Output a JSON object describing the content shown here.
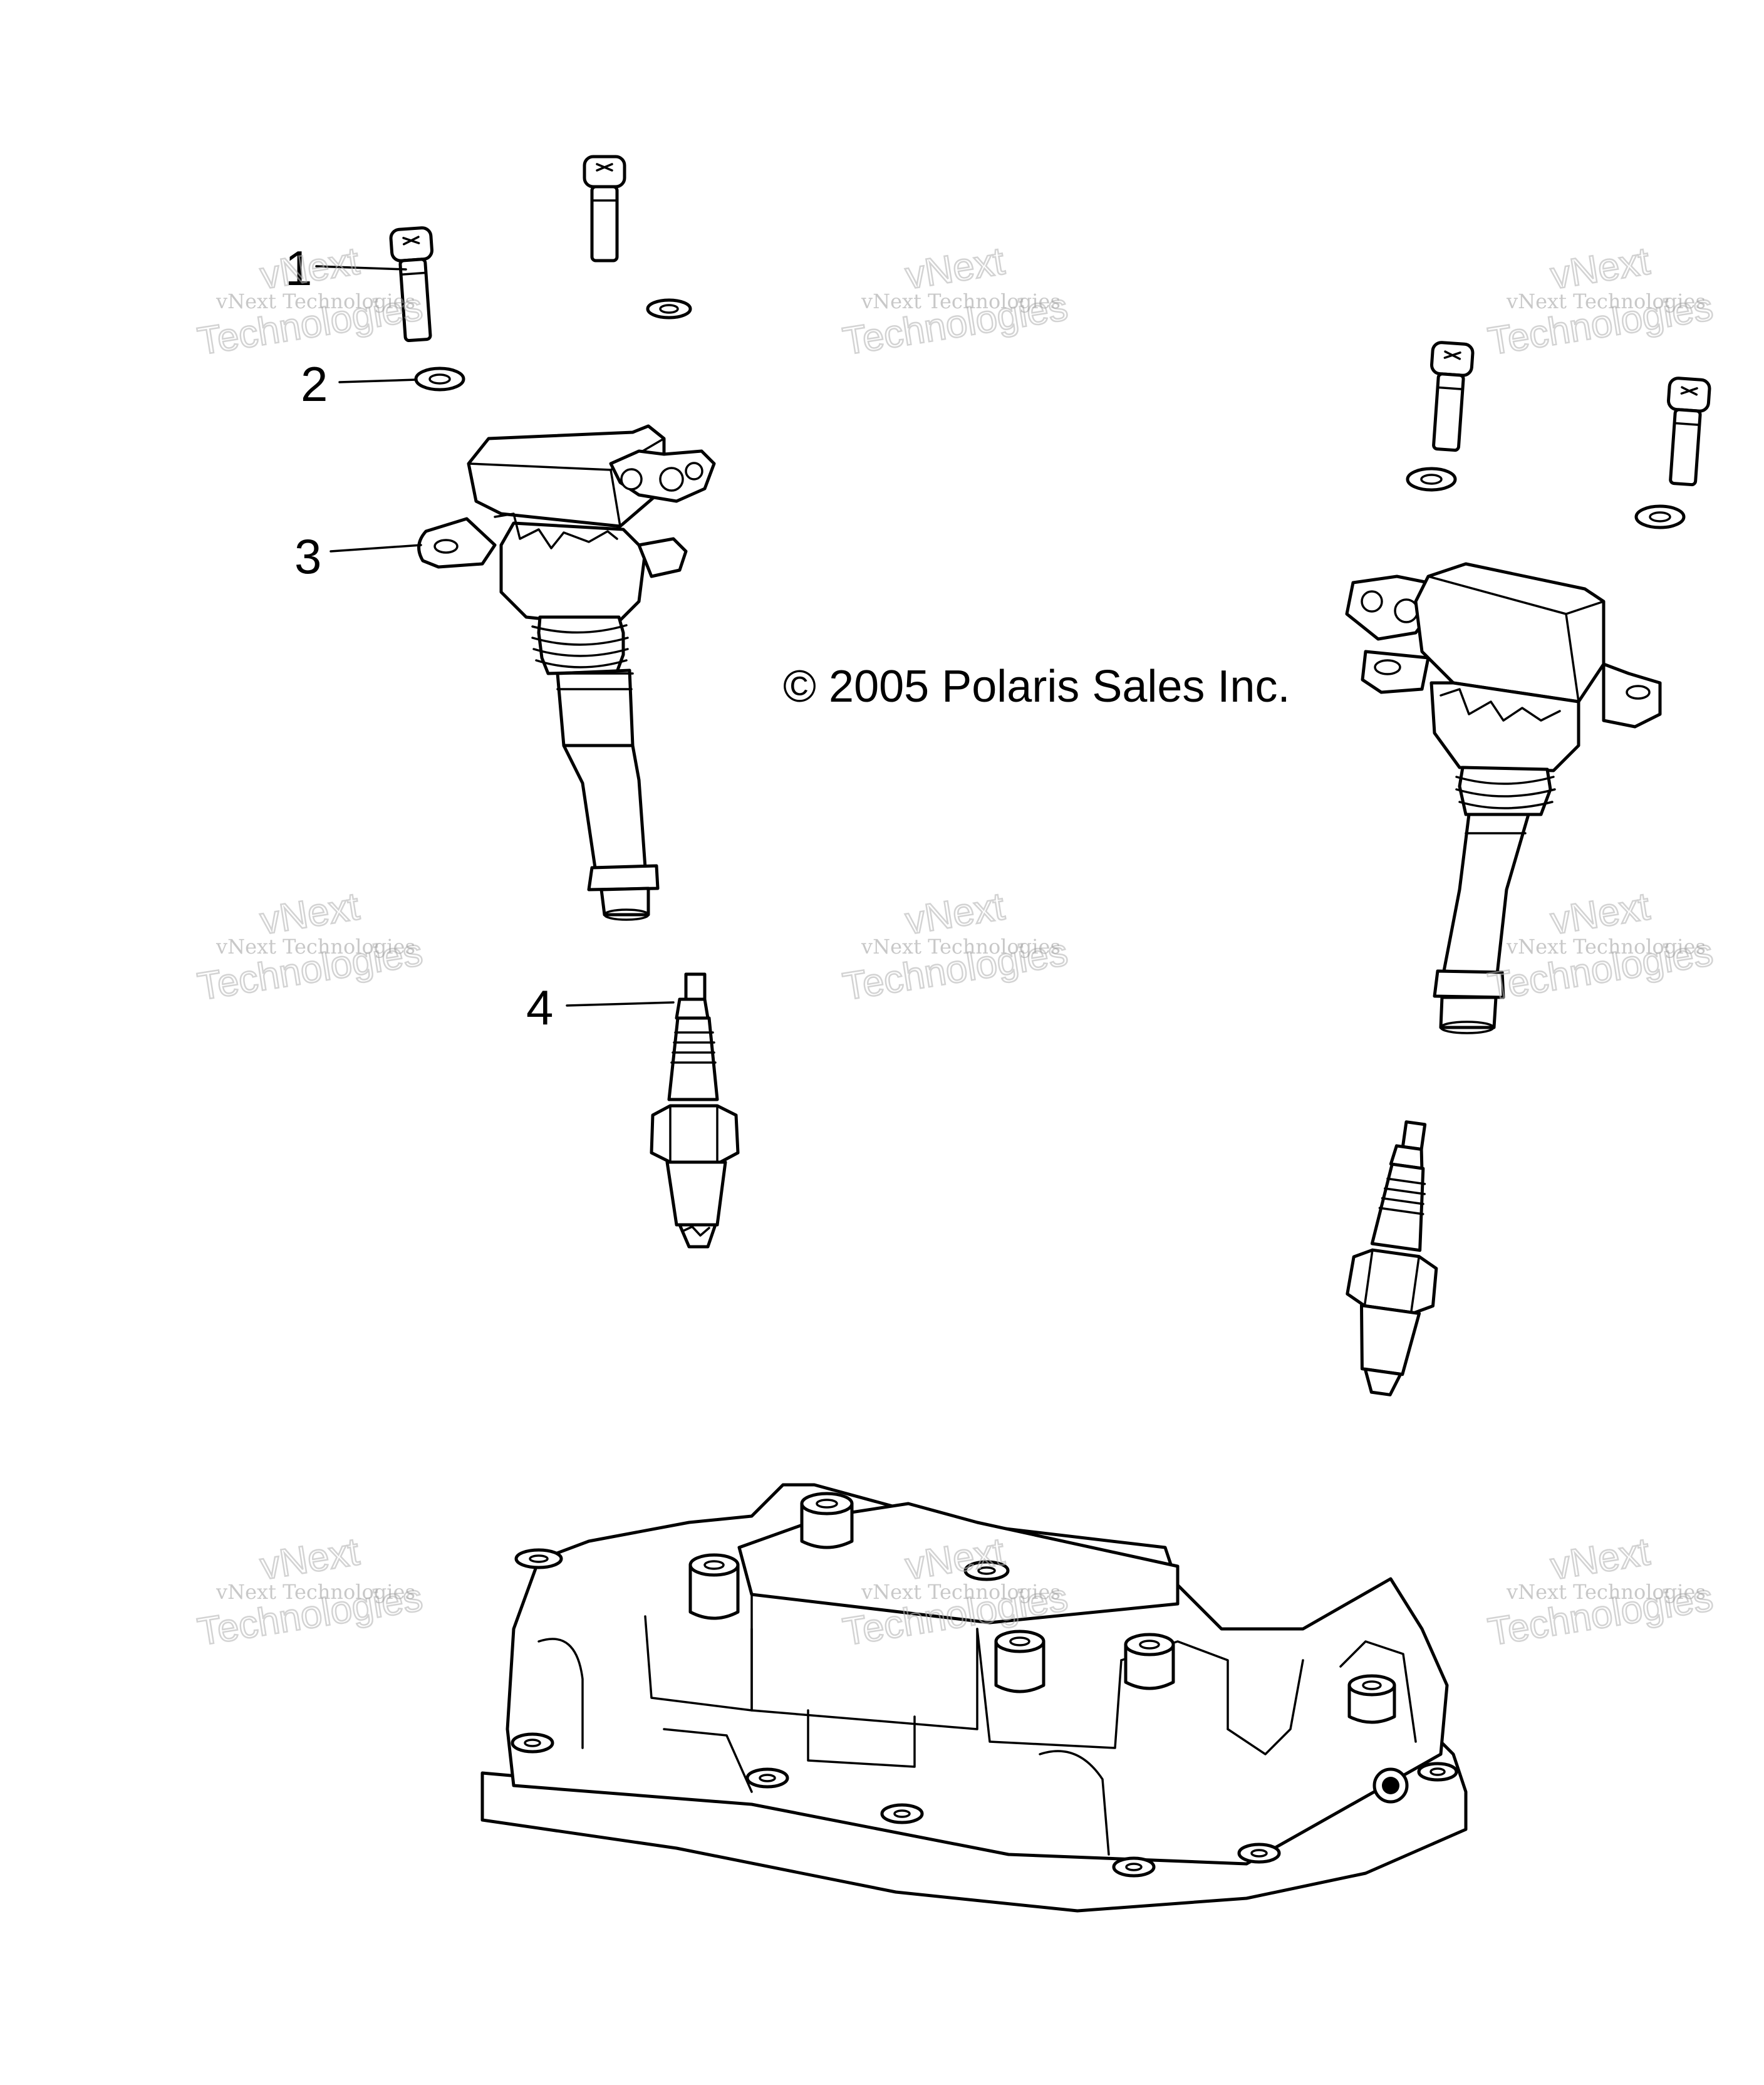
{
  "copyright": "© 2005 Polaris Sales Inc.",
  "callouts": [
    {
      "id": "1",
      "label": "1"
    },
    {
      "id": "2",
      "label": "2"
    },
    {
      "id": "3",
      "label": "3"
    },
    {
      "id": "4",
      "label": "4"
    }
  ],
  "watermark": {
    "line_small": "vNext Technologies",
    "line_big_top": "vNext",
    "line_big_bottom": "Technologies"
  },
  "colors": {
    "line": "#000000",
    "background": "#ffffff",
    "watermark": "#9a9a9a"
  }
}
